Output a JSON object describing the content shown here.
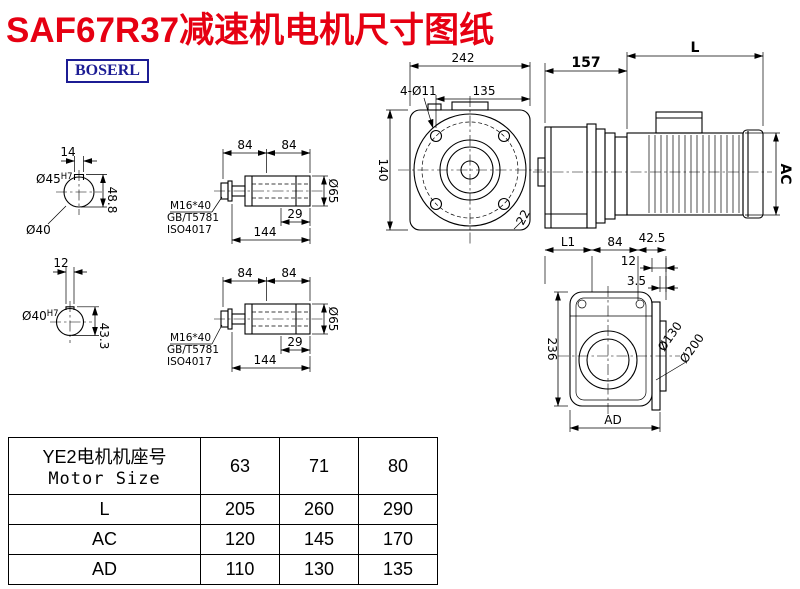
{
  "title": "SAF67R37减速机电机尺寸图纸",
  "logo": "BOSERL",
  "colors": {
    "title_red": "#e60012",
    "logo_navy": "#1c1c94",
    "line": "#000000"
  },
  "shaft_end_top": {
    "keyway_width": "14",
    "bore": "Ø45",
    "bore_tol": "H7",
    "height": "48.8",
    "outer": "Ø40"
  },
  "shaft_end_bottom": {
    "keyway_width": "12",
    "bore": "Ø40",
    "bore_tol": "H7",
    "height": "43.3"
  },
  "hollow_shaft": {
    "seg_a": "84",
    "seg_b": "84",
    "screw": "M16*40",
    "screw_std_1": "GB/T5781",
    "screw_std_2": "ISO4017",
    "key_len": "29",
    "total_len": "144",
    "dia": "Ø65"
  },
  "front_view": {
    "width": "242",
    "upper": "135",
    "holes": "4-Ø11",
    "height": "140",
    "corner": "22"
  },
  "side_view": {
    "gear_len": "157",
    "motor_len": "L",
    "motor_dia": "AC"
  },
  "rear_view": {
    "l1": "L1",
    "mid": "84",
    "flange": "42.5",
    "d12": "12",
    "d35": "3.5",
    "height": "236",
    "dia_inner": "Ø130",
    "dia_outer": "Ø200",
    "depth": "AD"
  },
  "table": {
    "row_header": {
      "cn": "YE2电机机座号",
      "en": "Motor Size"
    },
    "sizes": [
      "63",
      "71",
      "80"
    ],
    "rows": [
      {
        "label": "L",
        "values": [
          "205",
          "260",
          "290"
        ]
      },
      {
        "label": "AC",
        "values": [
          "120",
          "145",
          "170"
        ]
      },
      {
        "label": "AD",
        "values": [
          "110",
          "130",
          "135"
        ]
      }
    ]
  }
}
